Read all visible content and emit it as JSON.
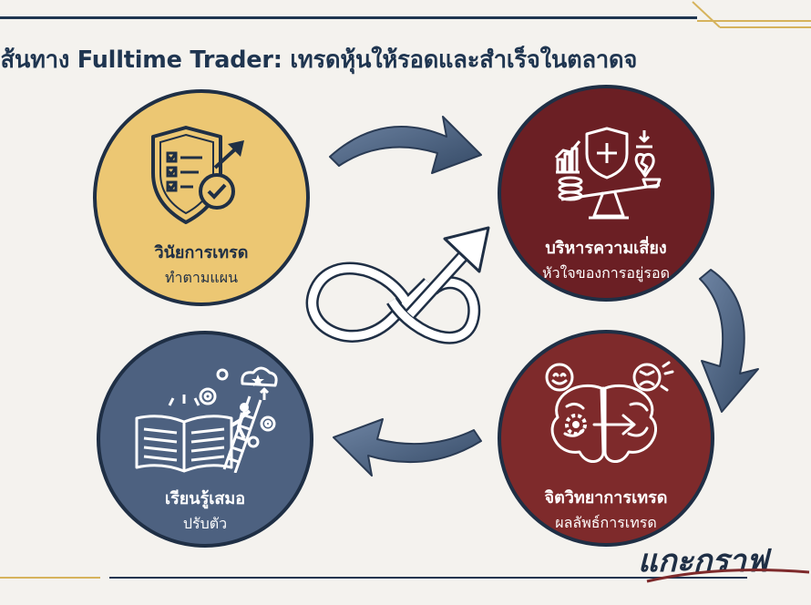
{
  "title": "เส้นทาง Fulltime Trader: เทรดหุ้นให้รอดและสำเร็จในตลาดจ",
  "nodes": {
    "discipline": {
      "title": "วินัยการเทรด",
      "subtitle": "ทำตามแผน",
      "color": "#ecc773",
      "icon": "shield-checklist-icon"
    },
    "risk": {
      "title": "บริหารความเสี่ยง",
      "subtitle": "หัวใจของการอยู่รอด",
      "color": "#6b1f24",
      "icon": "risk-balance-icon"
    },
    "psychology": {
      "title": "จิตวิทยาการเทรด",
      "subtitle": "ผลลัพธ์การเทรด",
      "color": "#7e2a2b",
      "icon": "brain-emotion-icon"
    },
    "learning": {
      "title": "เรียนรู้เสมอ",
      "subtitle": "ปรับตัว",
      "color": "#4d6180",
      "icon": "book-ladder-icon"
    }
  },
  "center_icon": "infinity-growth-arrow-icon",
  "signature": "แกะกราฟ",
  "colors": {
    "navy": "#1f3550",
    "gold": "#d6b35c",
    "arrow": "#485c78"
  }
}
